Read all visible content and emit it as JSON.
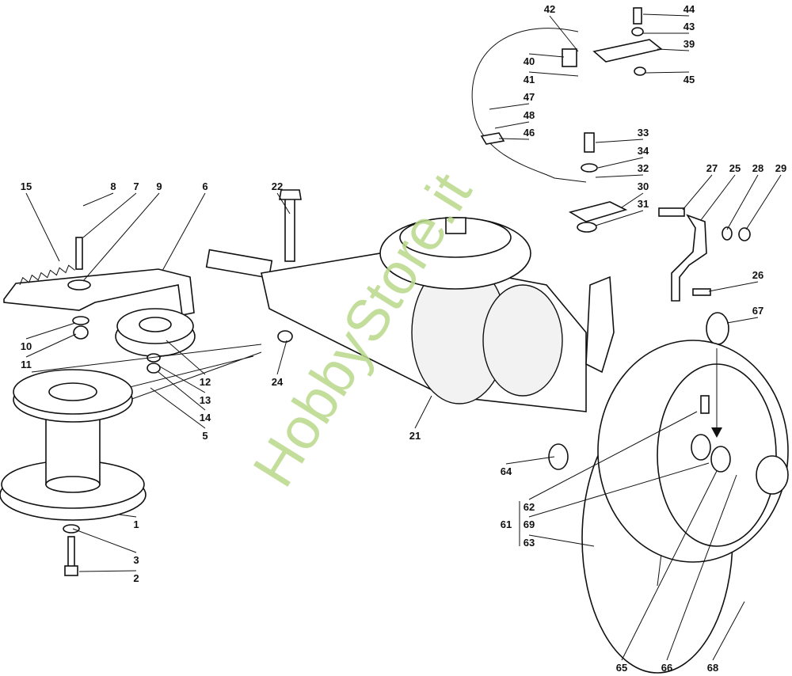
{
  "diagram": {
    "title": "Transmission and drive parts exploded view",
    "watermark": "HobbyStore.it",
    "labels": [
      "42",
      "44",
      "43",
      "39",
      "40",
      "41",
      "45",
      "47",
      "48",
      "46",
      "33",
      "34",
      "32",
      "30",
      "31",
      "27",
      "25",
      "28",
      "29",
      "26",
      "67",
      "15",
      "8",
      "7",
      "9",
      "6",
      "22",
      "10",
      "11",
      "12",
      "13",
      "14",
      "5",
      "24",
      "21",
      "64",
      "62",
      "61",
      "69",
      "63",
      "1",
      "3",
      "2",
      "65",
      "66",
      "68"
    ]
  }
}
